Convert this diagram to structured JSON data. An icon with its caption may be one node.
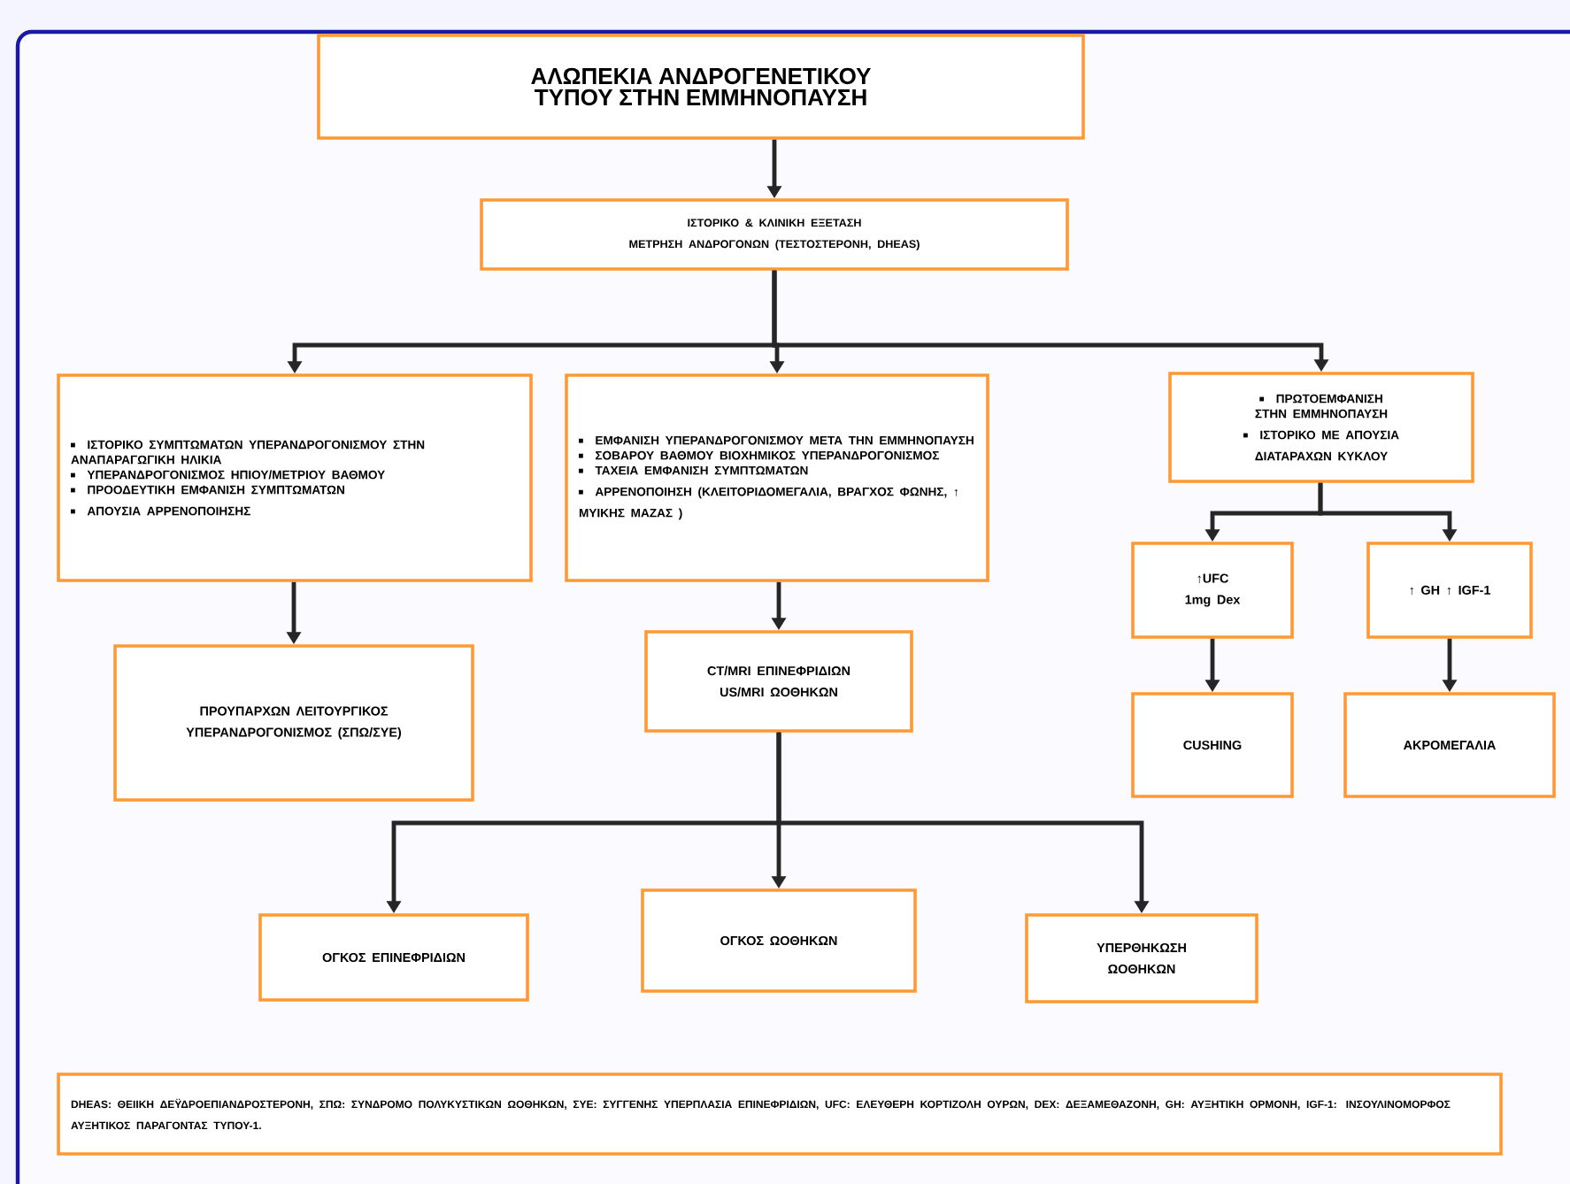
{
  "diagram": {
    "nodes": [
      {
        "text": [
          "ΑΛΩΠΕΚΙΑ ΑΝΔΡΟΓΕΝΕΤΙΚΟΥ ΤΥΠΟΥ ΣΤΗΝ ΕΜΜΗΝΟΠΑΥΣΗ"
        ]
      },
      {
        "text": [
          "ΙΣΤΟΡΙΚΟ & ΚΛΙΝΙΚΗ ΕΞΕΤΑΣΗ",
          "ΜΕΤΡΗΣΗ ΑΝΔΡΟΓΟΝΩΝ (ΤΕΣΤΟΣΤΕΡΟΝΗ, DHEAS)"
        ]
      },
      {
        "text": [
          "ΙΣΤΟΡΙΚΟ ΣΥΜΠΤΩΜΑΤΩΝ ΥΠΕΡΑΝΔΡΟΓΟΝΙΣΜΟΥ ΣΤΗΝ ΑΝΑΠΑΡΑΓΩΓΙΚΗ ΗΛΙΚΙΑ",
          "ΥΠΕΡΑΝΔΡΟΓΟΝΙΣΜΟΣ ΗΠΙΟΥ/ΜΕΤΡΙΟΥ ΒΑΘΜΟΥ",
          "ΠΡΟΟΔΕΥΤΙΚΗ ΕΜΦΑΝΙΣΗ ΣΥΜΠΤΩΜΑΤΩΝ",
          "ΑΠΟΥΣΙΑ ΑΡΡΕΝΟΠΟΙΗΣΗΣ"
        ]
      },
      {
        "text": [
          "ΕΜΦΑΝΙΣΗ ΥΠΕΡΑΝΔΡΟΓΟΝΙΣΜΟΥ ΜΕΤΑ ΤΗΝ ΕΜΜΗΝΟΠΑΥΣΗ",
          "ΣΟΒΑΡΟΥ ΒΑΘΜΟΥ ΒΙΟΧΗΜΙΚΟΣ ΥΠΕΡΑΝΔΡΟΓΟΝΙΣΜΟΣ",
          "ΤΑΧΕΙΑ ΕΜΦΑΝΙΣΗ ΣΥΜΠΤΩΜΑΤΩΝ",
          "ΑΡΡΕΝΟΠΟΙΗΣΗ (ΚΛΕΙΤΟΡΙΔΟΜΕΓΑΛΙΑ, ΒΡΑΓΧΟΣ ΦΩΝΗΣ, ↑ ΜΥΙΚΗΣ ΜΑΖΑΣ )"
        ]
      },
      {
        "text": [
          "ΠΡΩΤΟΕΜΦΑΝΙΣΗ ΣΤΗΝ ΕΜΜΗΝΟΠΑΥΣΗ",
          "ΙΣΤΟΡΙΚΟ ΜΕ ΑΠΟΥΣΙΑ ΔΙΑΤΑΡΑΧΩΝ ΚΥΚΛΟΥ"
        ]
      },
      {
        "text": [
          "ΠΡΟΥΠΑΡΧΩΝ ΛΕΙΤΟΥΡΓΙΚΟΣ ΥΠΕΡΑΝΔΡΟΓΟΝΙΣΜΟΣ (ΣΠΩ/ΣΥΕ)"
        ]
      },
      {
        "text": [
          "CT/MRI ΕΠΙΝΕΦΡΙΔΙΩΝ US/MRI ΩΟΘΗΚΩΝ"
        ]
      },
      {
        "text": [
          "↑UFC 1mg Dex"
        ]
      },
      {
        "text": [
          "↑ GH ↑ IGF-1"
        ]
      },
      {
        "text": [
          "CUSHING"
        ]
      },
      {
        "text": [
          "ΑΚΡΟΜΕΓΑΛΙΑ"
        ]
      },
      {
        "text": [
          "ΟΓΚΟΣ ΕΠΙΝΕΦΡΙΔΙΩΝ"
        ]
      },
      {
        "text": [
          "ΟΓΚΟΣ ΩΟΘΗΚΩΝ"
        ]
      },
      {
        "text": [
          "ΥΠΕΡΘΗΚΩΣΗ ΩΟΘΗΚΩΝ"
        ]
      },
      {
        "text": [
          "DHEAS: ΘΕΙΙΚΗ ΔΕΫΔΡΟΕΠΙΑΝΔΡΟΣΤΕΡΟΝΗ, ΣΠΩ: ΣΥΝΔΡΟΜΟ ΠΟΛΥΚΥΣΤΙΚΩΝ ΩΟΘΗΚΩΝ, ΣΥΕ: ΣΥΓΓΕΝΗΣ ΥΠΕΡΠΛΑΣΙΑ ΕΠΙΝΕΦΡΙΔΙΩΝ, UFC: ΕΛΕΥΘΕΡΗ ΚΟΡΤΙΖΟΛΗ ΟΥΡΩΝ, DEX: ΔΕΞΑΜΕΘΑΖΟΝΗ, GH: ΑΥΞΗΤΙΚΗ ΟΡΜΟΝΗ, IGF-1: ΙΝΣΟΥΛΙΝΟΜΟΡΦΟΣ ΑΥΞΗΤΙΚΟΣ ΠΑΡΑΓΟΝΤΑΣ ΤΥΠΟΥ-1."
        ]
      }
    ],
    "edges": [
      {
        "from": 0,
        "to": 1,
        "arrow": "to"
      },
      {
        "from": 1,
        "to": 2,
        "arrow": "to"
      },
      {
        "from": 1,
        "to": 3,
        "arrow": "to"
      },
      {
        "from": 1,
        "to": 4,
        "arrow": "to"
      },
      {
        "from": 2,
        "to": 5,
        "arrow": "to"
      },
      {
        "from": 3,
        "to": 6,
        "arrow": "to"
      },
      {
        "from": 4,
        "to": 7,
        "arrow": "to"
      },
      {
        "from": 4,
        "to": 8,
        "arrow": "to"
      },
      {
        "from": 7,
        "to": 9,
        "arrow": "to"
      },
      {
        "from": 8,
        "to": 10,
        "arrow": "to"
      },
      {
        "from": 6,
        "to": 11,
        "arrow": "to"
      },
      {
        "from": 6,
        "to": 12,
        "arrow": "to"
      },
      {
        "from": 6,
        "to": 13,
        "arrow": "to"
      }
    ]
  }
}
